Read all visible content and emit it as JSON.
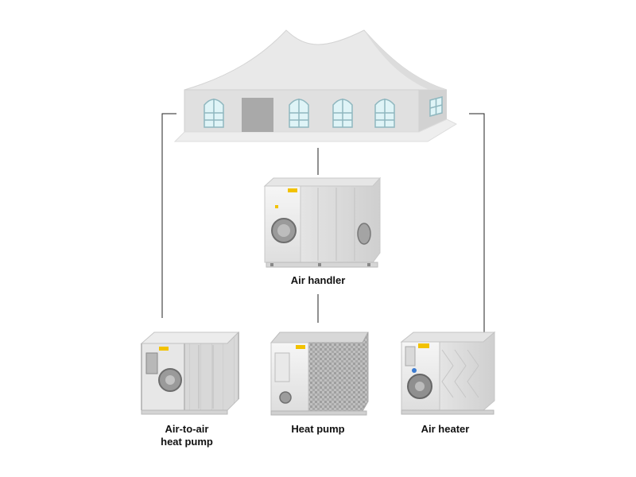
{
  "units": {
    "air_handler": {
      "label": "Air handler",
      "icon": "air-handler-unit-image"
    },
    "air_to_air_heat_pump": {
      "label_line1": "Air-to-air",
      "label_line2": "heat pump",
      "icon": "air-to-air-heat-pump-unit-image"
    },
    "heat_pump": {
      "label": "Heat pump",
      "icon": "heat-pump-unit-image"
    },
    "air_heater": {
      "label": "Air heater",
      "icon": "air-heater-unit-image"
    }
  },
  "tent": {
    "icon": "event-tent-image"
  },
  "colors": {
    "tent_fill": "#e3e3e3",
    "unit_body": "#eeeeee",
    "unit_frame": "#cfcfcf",
    "connector_line": "#222222",
    "badge_yellow": "#f2c200"
  }
}
